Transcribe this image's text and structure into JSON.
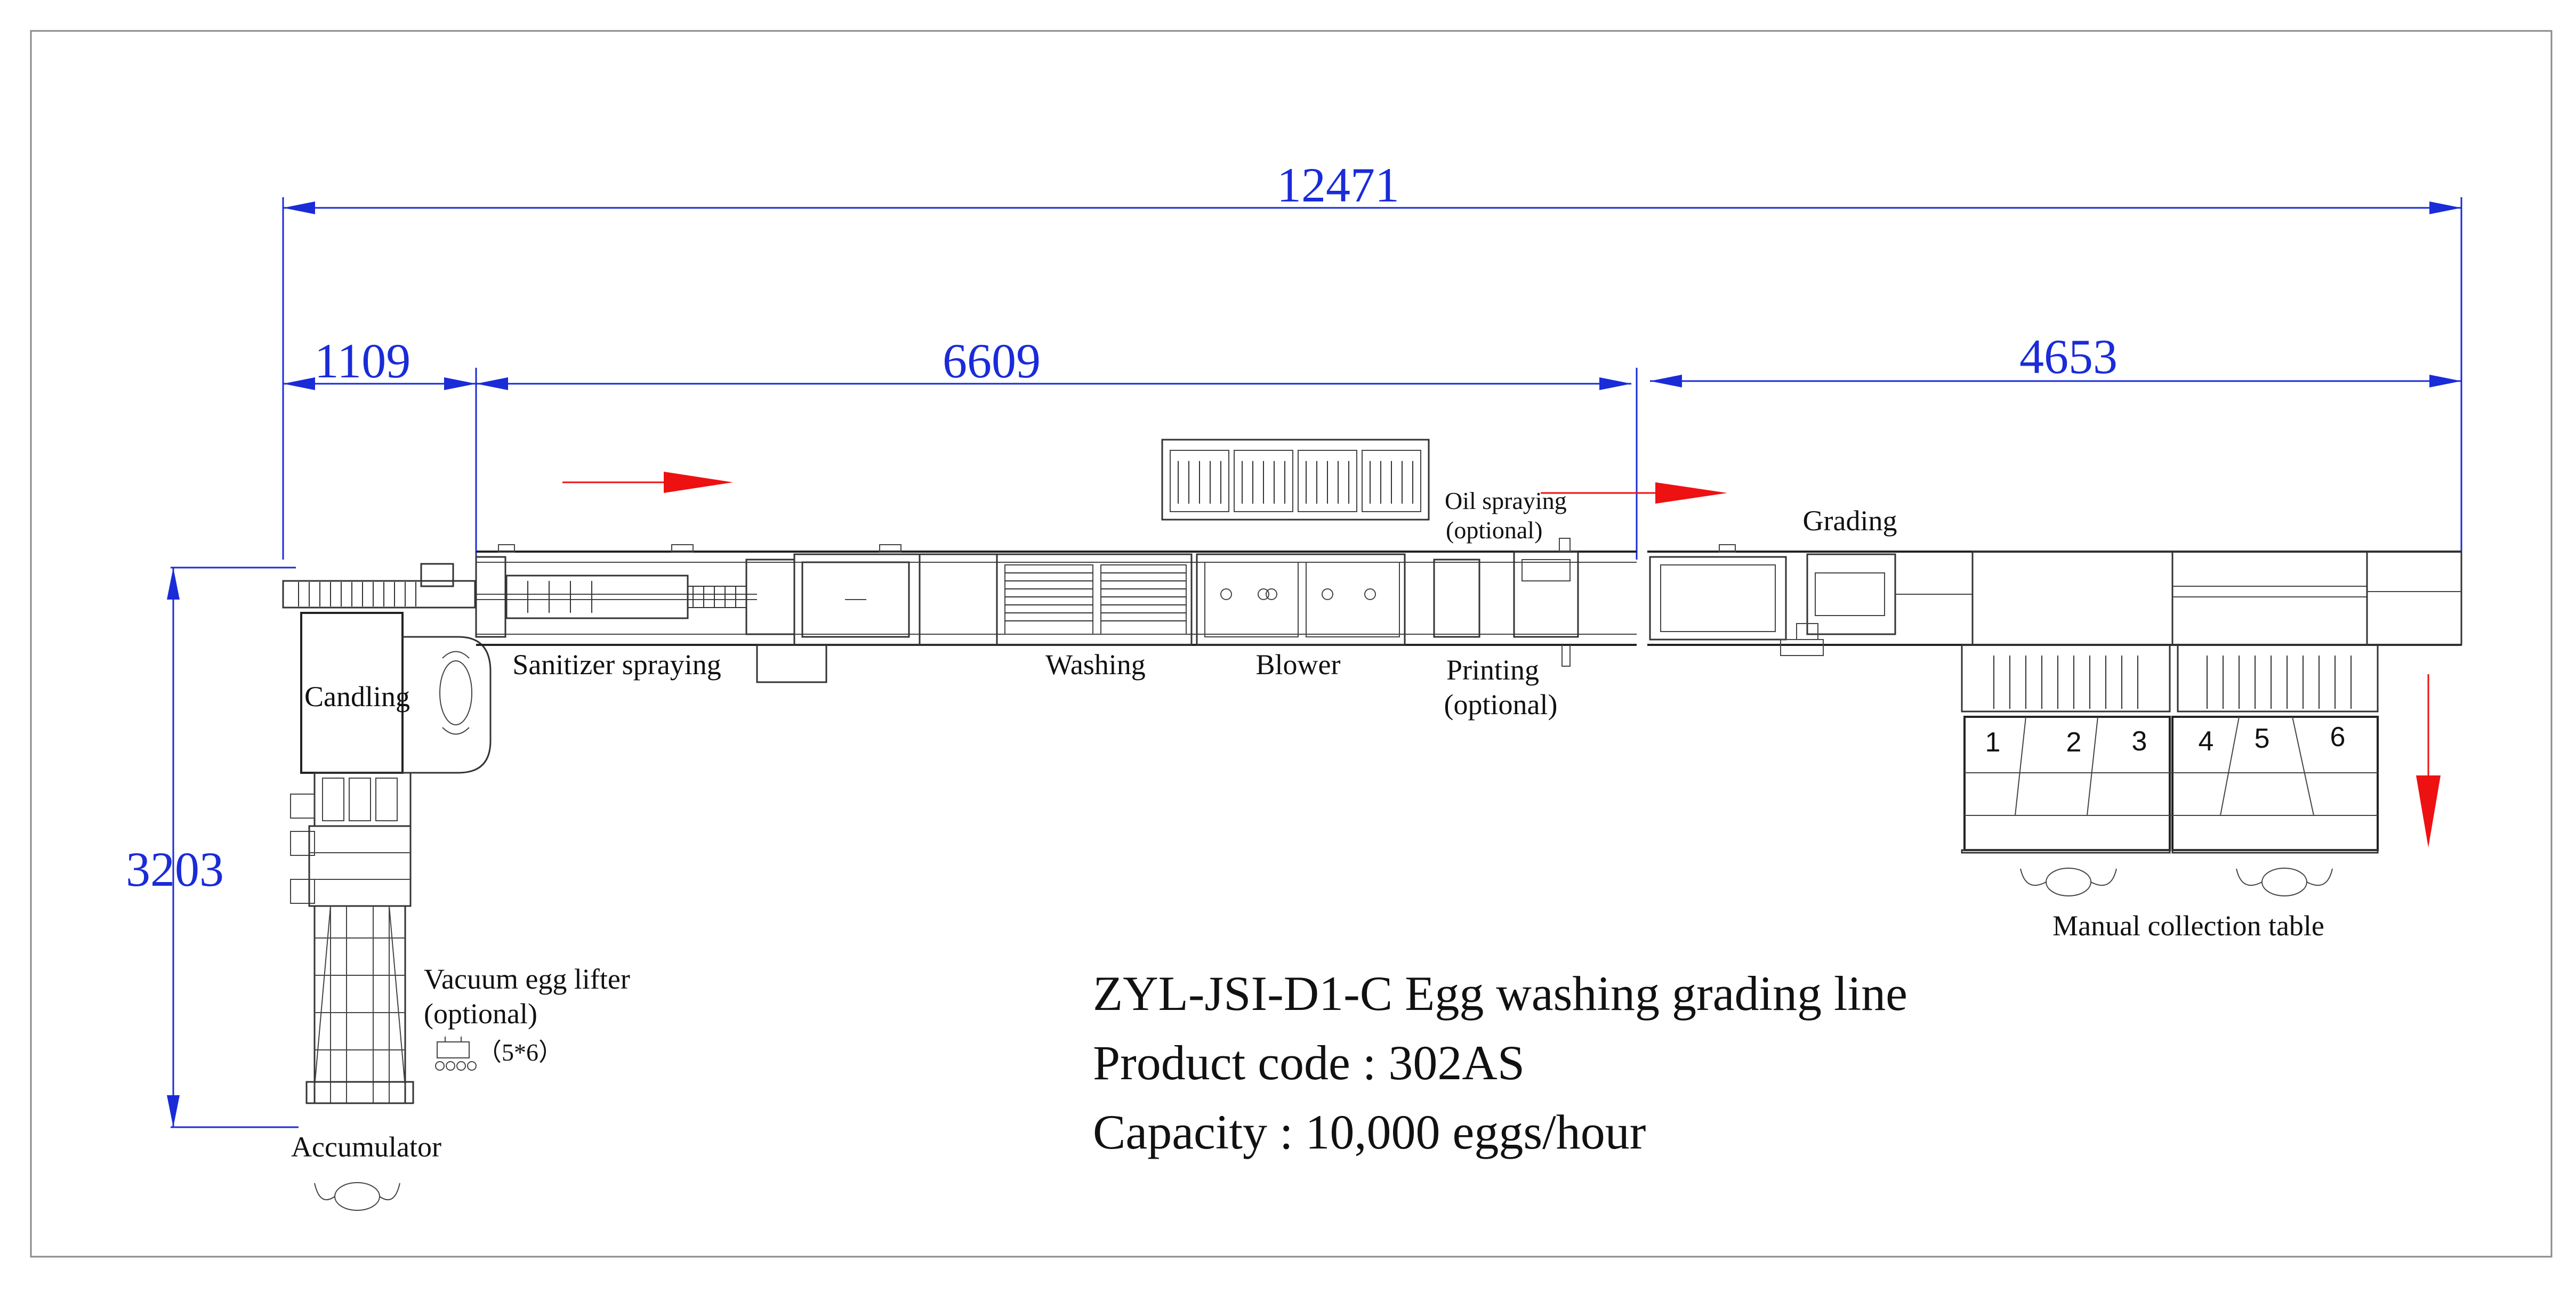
{
  "dimensions": {
    "total": "12471",
    "segment_1": "1109",
    "segment_2": "6609",
    "segment_3": "4653",
    "height": "3203"
  },
  "stations": {
    "candling": "Candling",
    "sanitizer": "Sanitizer spraying",
    "washing": "Washing",
    "blower": "Blower",
    "printing_1": "Printing",
    "printing_2": "(optional)",
    "oil_1": "Oil spraying",
    "oil_2": "(optional)",
    "grading": "Grading",
    "vacuum_1": "Vacuum egg lifter",
    "vacuum_2": "(optional)",
    "vacuum_spec": "（5*6）",
    "accumulator": "Accumulator",
    "collection": "Manual collection table"
  },
  "collection_slots": [
    "1",
    "2",
    "3",
    "4",
    "5",
    "6"
  ],
  "product": {
    "name": "ZYL-JSI-D1-C Egg washing grading line",
    "code": "Product code : 302AS",
    "capacity": "Capacity : 10,000 eggs/hour"
  },
  "colors": {
    "dimension": "#1a2bd8",
    "flow_arrow": "#ee1111",
    "line": "#333333"
  },
  "icons": [
    "operator-icon",
    "flow-arrow-icon",
    "vacuum-lifter-icon"
  ]
}
